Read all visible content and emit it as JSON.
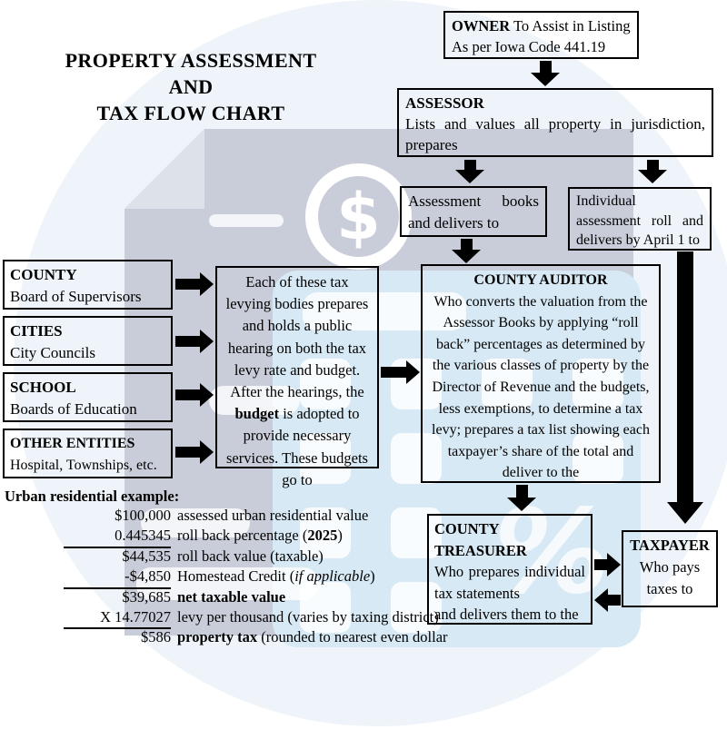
{
  "title": {
    "line1": "PROPERTY ASSESSMENT",
    "line2": "AND",
    "line3": "TAX FLOW CHART"
  },
  "owner": {
    "heading": "OWNER",
    "text": " To Assist in Listing",
    "line2": "As per Iowa Code 441.19"
  },
  "assessor": {
    "heading": "ASSESSOR",
    "body": "Lists and values all property in jurisdiction, prepares"
  },
  "assessment_books": {
    "body": "Assessment books and delivers to"
  },
  "individual_roll": {
    "body": "Individual assessment roll and delivers by April 1 to"
  },
  "county_auditor": {
    "heading": "COUNTY AUDITOR",
    "body": "Who converts the valuation from the Assessor Books by applying “roll back” percentages as determined by the various classes of property by the Director of Revenue and the budgets, less exemptions, to determine a tax levy; prepares a tax list showing each taxpayer’s share of the total and deliver to the"
  },
  "levying_bodies": [
    {
      "heading": "COUNTY",
      "subheading": "Board of Supervisors"
    },
    {
      "heading": "CITIES",
      "subheading": "City Councils"
    },
    {
      "heading": "SCHOOL",
      "subheading": "Boards of Education"
    },
    {
      "heading": "OTHER ENTITIES",
      "subheading": "Hospital, Townships, etc."
    }
  ],
  "levy_process": {
    "body_pre": "Each of these tax levying bodies prepares and holds a public hearing on both the tax levy rate and budget. After the hearings, the ",
    "body_bold": "budget",
    "body_post": " is adopted to provide necessary services. These budgets go to"
  },
  "county_treasurer": {
    "heading_line1": "COUNTY",
    "heading_line2": "TREASURER",
    "body_line1": "Who prepares individual tax statements",
    "body_line2": "and delivers them to the"
  },
  "taxpayer": {
    "heading": "TAXPAYER",
    "body": "Who pays taxes to"
  },
  "example": {
    "heading": "Urban residential example:",
    "rows": [
      {
        "amount": "$100,000",
        "label": "assessed urban residential value"
      },
      {
        "amount": "0.445345",
        "label_pre": "roll back percentage (",
        "label_bold": "2025",
        "label_post": ")"
      },
      {
        "amount": "$44,535",
        "label": "roll back value (taxable)"
      },
      {
        "amount": "-$4,850",
        "label_pre": "Homestead Credit (",
        "label_italic": "if applicable",
        "label_post": ")"
      },
      {
        "amount": "$39,685",
        "label_bold": "net taxable value"
      },
      {
        "amount": "X 14.77027",
        "label": "levy per thousand (varies by taxing district)"
      },
      {
        "amount": "$586",
        "label_bold": "property tax",
        "label_post": " (rounded to nearest even dollar"
      }
    ]
  },
  "watermark": {
    "dollar_symbol": "$",
    "percent_symbol": "%"
  },
  "colors": {
    "box_border": "#000000",
    "doc_gray": "#c9cdd9",
    "calc_blue": "#d7e9f4",
    "circle_blue": "#eef4f9",
    "arrow": "#000000"
  }
}
